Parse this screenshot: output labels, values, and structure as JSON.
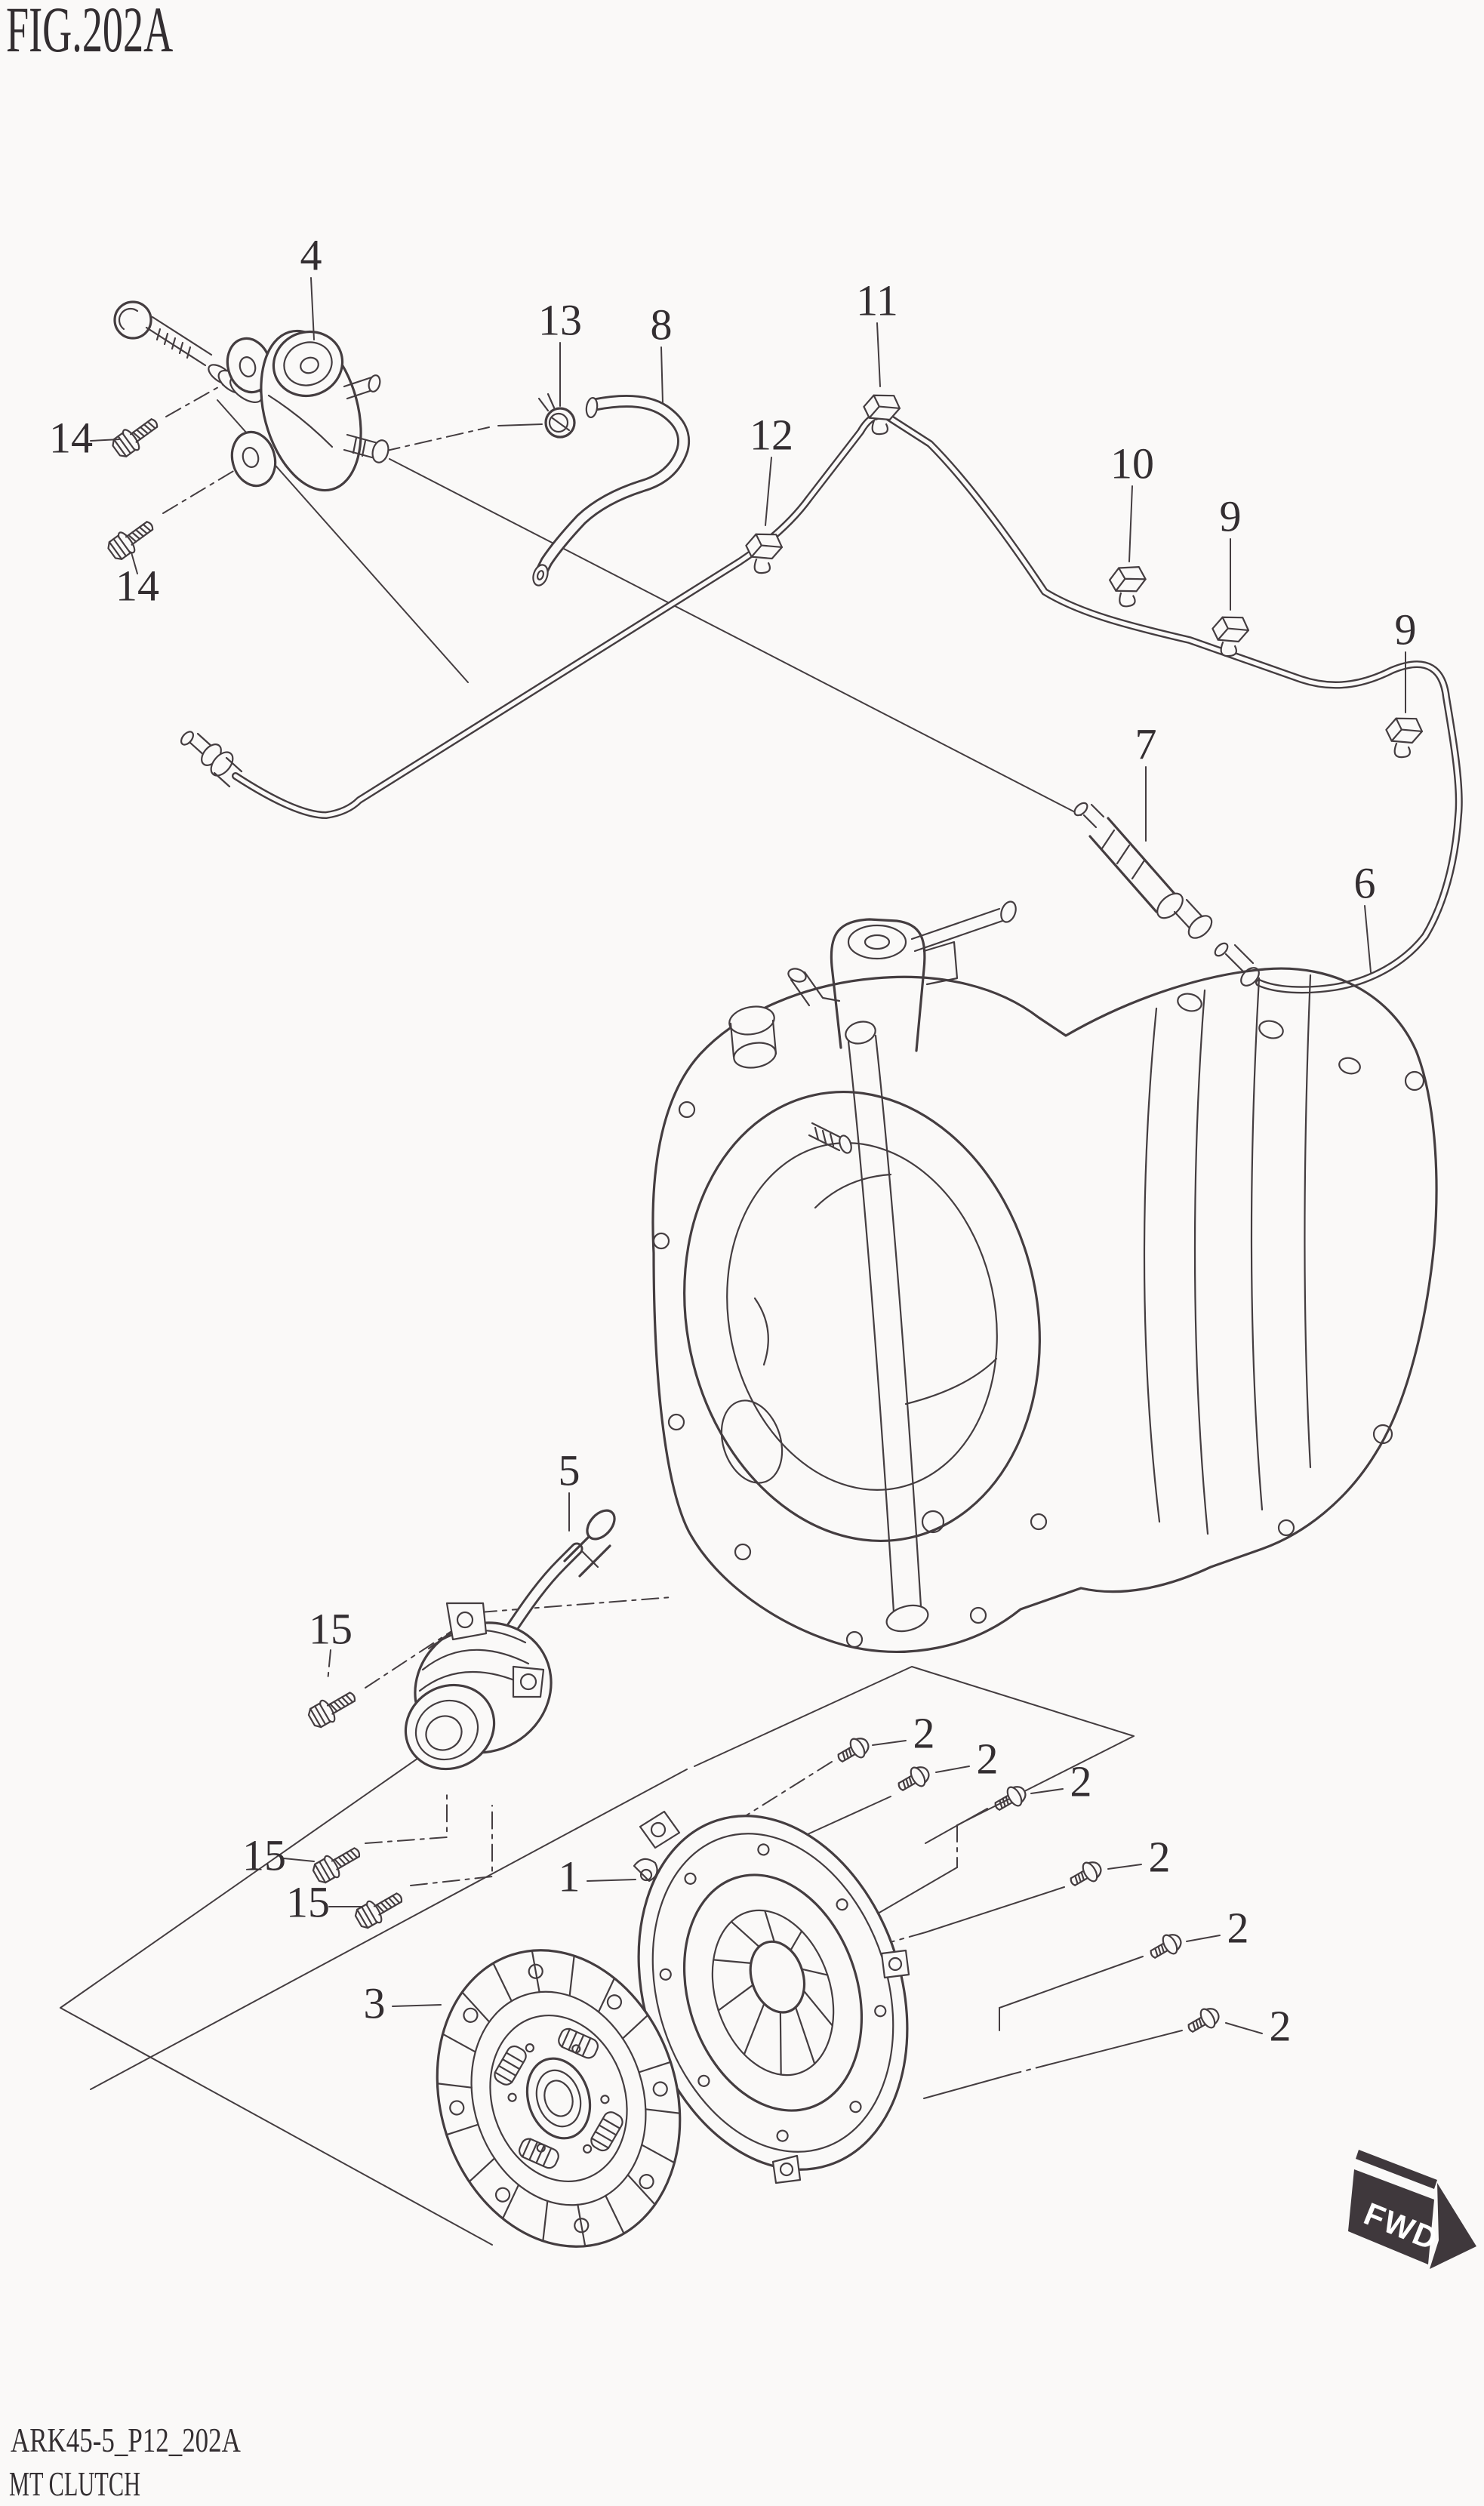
{
  "title": "FIG.202A",
  "footer": {
    "drawing_code": "ARK45-5_P12_202A",
    "drawing_title": "MT CLUTCH"
  },
  "fwd_badge": {
    "label": "FWD"
  },
  "parts": {
    "1": "1",
    "2": "2",
    "3": "3",
    "4": "4",
    "5": "5",
    "6": "6",
    "7": "7",
    "8": "8",
    "9": "9",
    "10": "10",
    "11": "11",
    "12": "12",
    "13": "13",
    "14": "14",
    "15": "15"
  },
  "callout_instance_counts": {
    "1": 1,
    "2": 6,
    "3": 1,
    "4": 1,
    "5": 1,
    "6": 1,
    "7": 1,
    "8": 1,
    "9": 2,
    "10": 1,
    "11": 1,
    "12": 1,
    "13": 1,
    "14": 2,
    "15": 3
  },
  "colors": {
    "line": "#443d40",
    "text": "#332e31",
    "background": "#faf9f8",
    "badge_fill": "#3f383c",
    "badge_text": "#ffffff"
  }
}
